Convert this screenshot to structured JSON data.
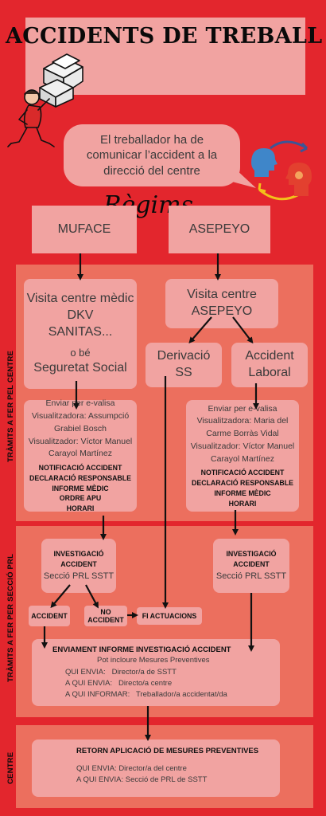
{
  "title": "ACCIDENTS DE TREBALL",
  "intro_text": "El treballador ha de comunicar l’accident a  la direcció del centre",
  "regims_label": "Règims",
  "muface": "MUFACE",
  "asepeyo": "ASEPEYO",
  "side_labels": {
    "centre_band": "TRÀMITS A FER PEL CENTRE",
    "prl_band": "TRÀMITS A FER PER SECCIÓ PRL",
    "bottom_band": "CENTRE"
  },
  "left_visit": {
    "line1": "Visita centre mèdic",
    "line2": "DKV",
    "line3": "SANITAS...",
    "or": "o bé",
    "social": "Seguretat Social"
  },
  "right_visit": {
    "line1": "Visita centre",
    "line2": "ASEPEYO"
  },
  "derivacio": {
    "line1": "Derivació",
    "line2": "SS"
  },
  "accident_laboral": {
    "line1": "Accident",
    "line2": "Laboral"
  },
  "left_send": {
    "l1": "Enviar per e-valisa",
    "l2": "Visualitzadora: Assumpció",
    "l3": "Grabiel Bosch",
    "l4": "Visualitzador: Víctor Manuel",
    "l5": "Carayol Martínez",
    "b1": "NOTIFICACIÓ ACCIDENT",
    "b2": "DECLARACIÓ RESPONSABLE",
    "b3": "INFORME MÈDIC",
    "b4": "ORDRE APU",
    "b5": "HORARI"
  },
  "right_send": {
    "l1": "Enviar per e-valisa",
    "l2": "Visualitzadora: Maria del",
    "l3": "Carme Borràs Vidal",
    "l4": "Visualitzador: Víctor Manuel",
    "l5": "Carayol Martínez",
    "b1": "NOTIFICACIÓ ACCIDENT",
    "b2": "DECLARACIÓ RESPONSABLE",
    "b3": "INFORME MÈDIC",
    "b4": "HORARI"
  },
  "investigacio": {
    "l1": "INVESTIGACIÓ",
    "l2": "ACCIDENT",
    "l3": "Secció PRL SSTT"
  },
  "accident": "ACCIDENT",
  "no_accident": {
    "l1": "NO",
    "l2": "ACCIDENT"
  },
  "fi_actuacions": "FI ACTUACIONS",
  "enviament": {
    "title": "ENVIAMENT INFORME INVESTIGACIÓ ACCIDENT",
    "sub": "Pot incloure Mesures Preventives",
    "l1": "QUI ENVIA:   Director/a de SSTT",
    "l2": "A QUI ENVIA:   Directo/a centre",
    "l3": "A QUI INFORMAR:   Treballador/a accidentat/da"
  },
  "retorn": {
    "title": "RETORN APLICACIÓ DE MESURES PREVENTIVES",
    "l1": "QUI ENVIA: Director/a del centre",
    "l2": "A QUI ENVIA: Secció de PRL de SSTT"
  },
  "colors": {
    "background": "#e3262d",
    "box": "#f1a3a1",
    "band": "#ec6f5e",
    "blue_head": "#3f86c9",
    "red_head": "#e3402f",
    "arrow_blue": "#3c5596",
    "arrow_yellow": "#f3c21a"
  },
  "icons": [
    "worker-illustration",
    "blue-head-icon",
    "red-head-icon",
    "cycle-arrows-icon"
  ]
}
